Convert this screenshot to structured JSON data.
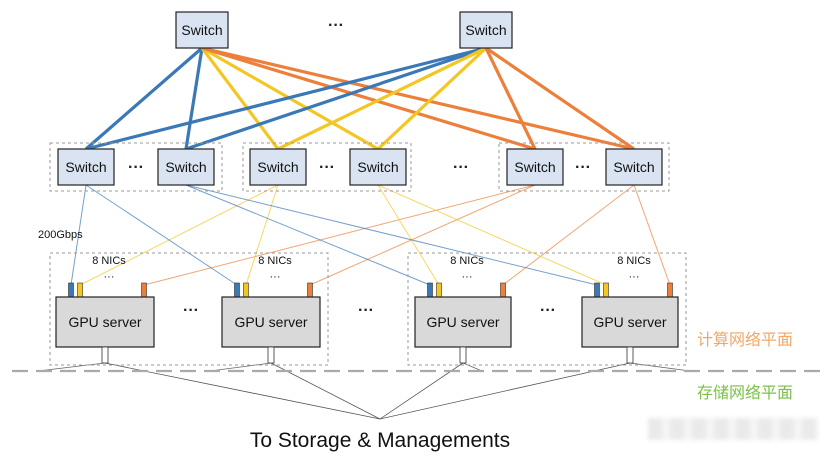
{
  "switch_label": "Switch",
  "ellipsis": "···",
  "nic_label": "8 NICs",
  "server_label": "GPU server",
  "link_speed": "200Gbps",
  "plane_compute": "计算网络平面",
  "plane_storage": "存储网络平面",
  "footer": "To Storage & Managements",
  "colors": {
    "blue": "#3a78b8",
    "yellow": "#f3c624",
    "orange": "#ec7f3a",
    "switch_fill": "#dae3f1",
    "server_fill": "#d9d9d9",
    "compute_text": "#f0a86a",
    "storage_text": "#7cc04a"
  }
}
